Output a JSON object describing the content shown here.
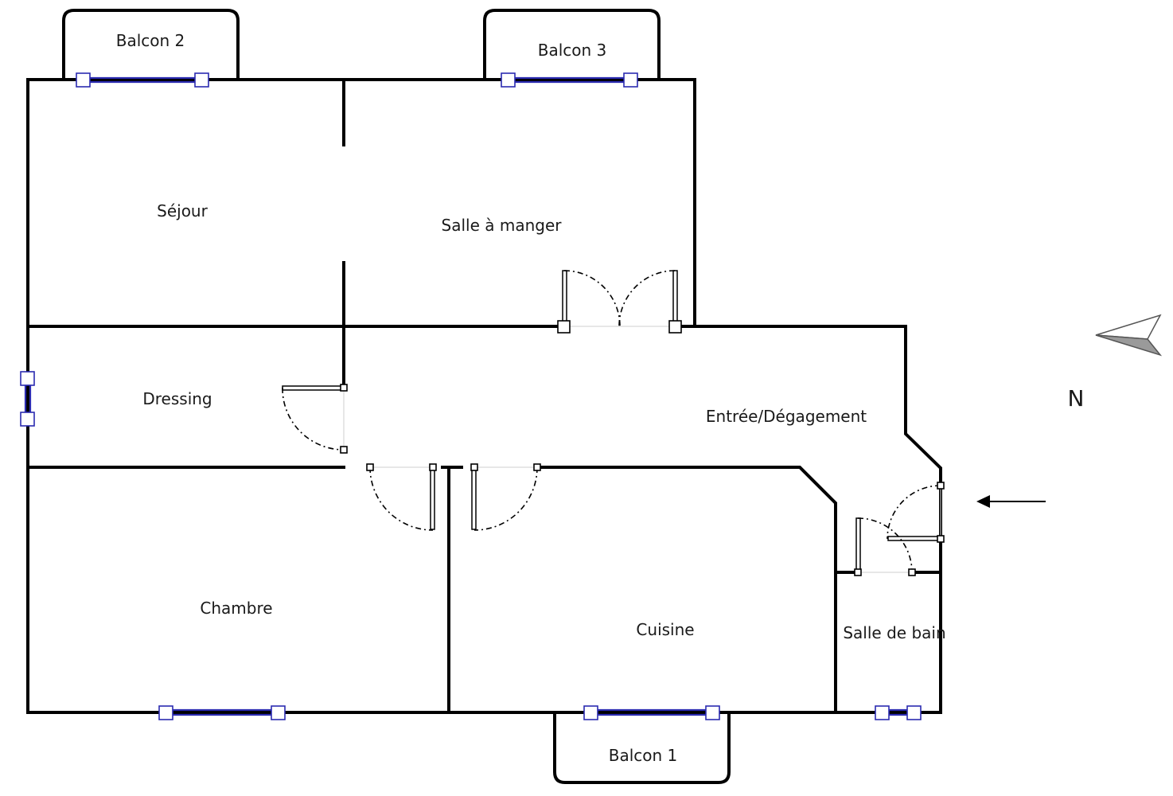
{
  "rooms": {
    "balcon2": "Balcon 2",
    "balcon3": "Balcon 3",
    "sejour": "Séjour",
    "salle_a_manger": "Salle à manger",
    "dressing": "Dressing",
    "entree": "Entrée/Dégagement",
    "chambre": "Chambre",
    "cuisine": "Cuisine",
    "salle_de_bain": "Salle de bain",
    "balcon1": "Balcon 1"
  },
  "compass": {
    "label": "N",
    "pointer_color": "#9a9a9a"
  },
  "colors": {
    "wall": "#000000",
    "window": "#2b2bb0"
  }
}
